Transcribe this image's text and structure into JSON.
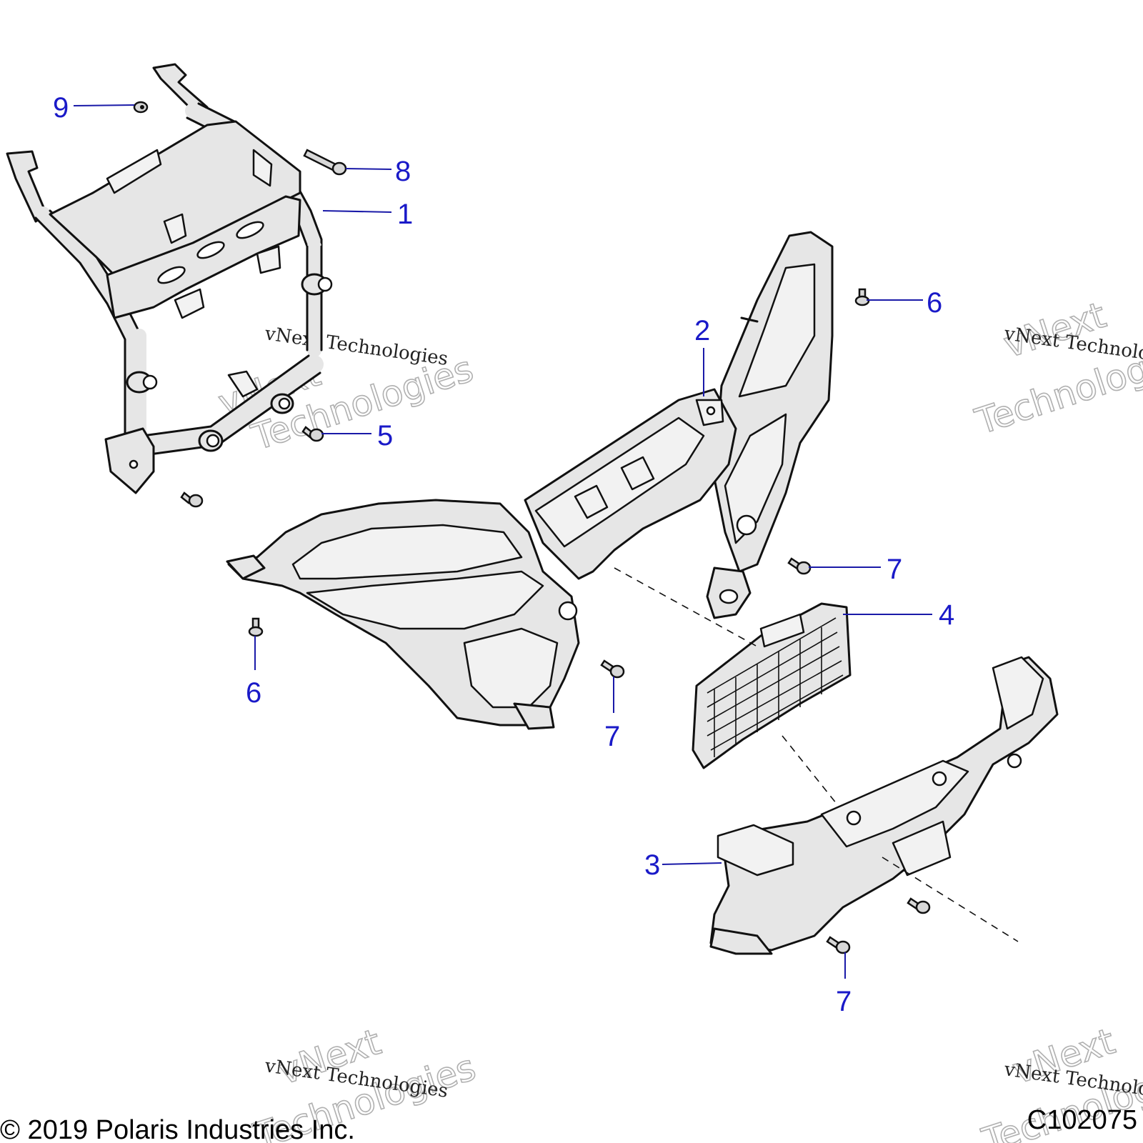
{
  "callouts": [
    {
      "id": "1",
      "label": "1"
    },
    {
      "id": "2",
      "label": "2"
    },
    {
      "id": "3",
      "label": "3"
    },
    {
      "id": "4",
      "label": "4"
    },
    {
      "id": "5",
      "label": "5"
    },
    {
      "id": "6a",
      "label": "6"
    },
    {
      "id": "6b",
      "label": "6"
    },
    {
      "id": "7a",
      "label": "7"
    },
    {
      "id": "7b",
      "label": "7"
    },
    {
      "id": "7c",
      "label": "7"
    },
    {
      "id": "8",
      "label": "8"
    },
    {
      "id": "9",
      "label": "9"
    }
  ],
  "watermark": {
    "line1": "vNext Technologies",
    "line2a": "vNext",
    "line2b": "Technologies"
  },
  "footer": {
    "copyright": "© 2019 Polaris Industries Inc.",
    "diagram_code": "C102075"
  },
  "colors": {
    "callout": "#1a1ac8",
    "part_fill": "#e6e6e6"
  }
}
